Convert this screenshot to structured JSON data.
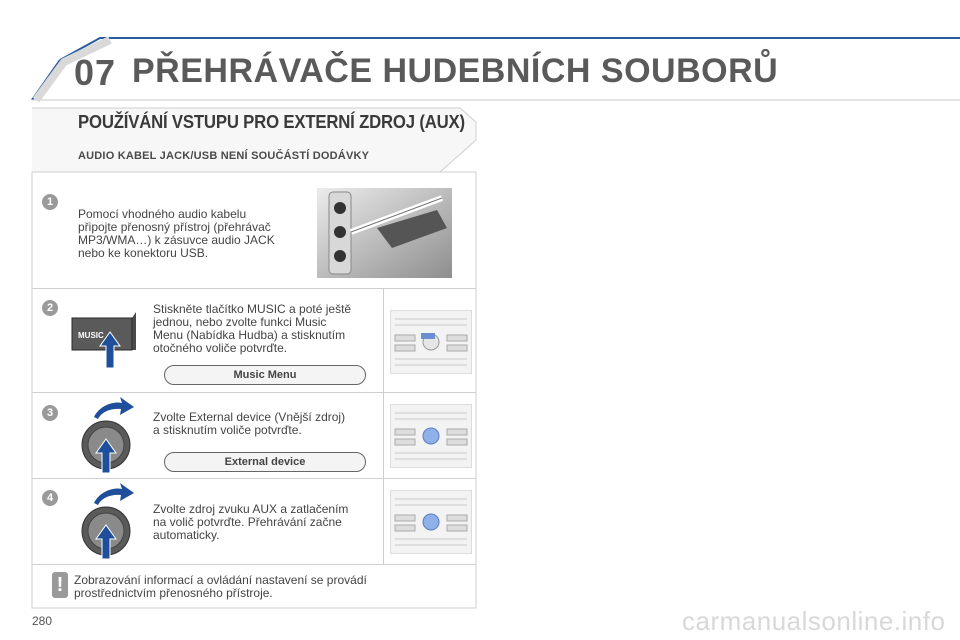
{
  "header": {
    "chapter_number": "07",
    "chapter_title": "PŘEHRÁVAČE HUDEBNÍCH SOUBORŮ"
  },
  "section": {
    "title": "POUŽÍVÁNÍ VSTUPU PRO EXTERNÍ ZDROJ (AUX)",
    "subtitle": "AUDIO KABEL JACK/USB NENÍ SOUČÁSTÍ DODÁVKY"
  },
  "steps": [
    {
      "number": "1",
      "lines": [
        "Pomocí vhodného audio kabelu",
        "připojte přenosný přístroj (přehrávač",
        "MP3/WMA…) k zásuvce audio JACK",
        "nebo ke konektoru USB."
      ]
    },
    {
      "number": "2",
      "lines": [
        "Stiskněte tlačítko MUSIC a poté ještě",
        "jednou, nebo zvolte funkci Music",
        "Menu (Nabídka Hudba) a stisknutím",
        "otočného voliče potvrďte."
      ],
      "pill": "Music Menu",
      "button_label": "MUSIC"
    },
    {
      "number": "3",
      "lines": [
        "Zvolte External device (Vnější zdroj)",
        "a stisknutím voliče potvrďte."
      ],
      "pill": "External device"
    },
    {
      "number": "4",
      "lines": [
        "Zvolte zdroj zvuku AUX a zatlačením",
        "na volič potvrďte. Přehrávání začne",
        "automaticky."
      ]
    }
  ],
  "note": {
    "symbol": "!",
    "lines": [
      "Zobrazování informací a ovládání nastavení se provádí",
      "prostřednictvím přenosného přístroje."
    ]
  },
  "footer": {
    "page_number": "280",
    "watermark": "carmanualsonline.info"
  },
  "colors": {
    "badge": "#9a9a9a",
    "arrow": "#1f4f9a",
    "header_line": "#2c5aa0"
  }
}
